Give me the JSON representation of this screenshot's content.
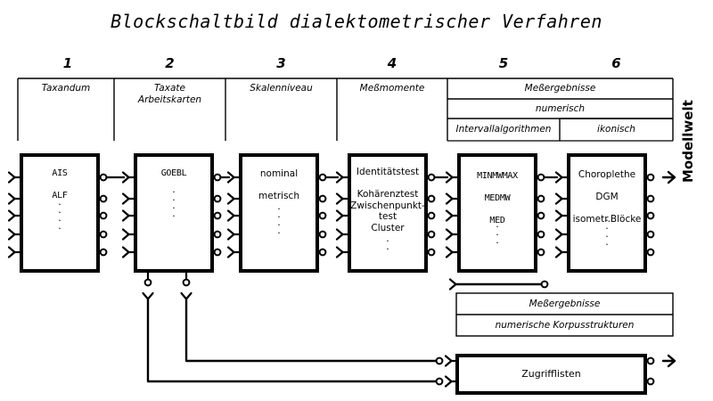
{
  "title": "Blockschaltbild  dialektometrischer Verfahren",
  "columns": [
    {
      "num": "1",
      "label": "Taxandum"
    },
    {
      "num": "2",
      "label": "Taxate\nArbeitskarten"
    },
    {
      "num": "3",
      "label": "Skalenniveau"
    },
    {
      "num": "4",
      "label": "Meßmomente"
    },
    {
      "num": "5",
      "label": ""
    },
    {
      "num": "6",
      "label": ""
    }
  ],
  "header_spans": {
    "messergebnisse": "Meßergebnisse",
    "numerisch": "numerisch",
    "intervallalgorithmen": "Intervallalgorithmen",
    "ikonisch": "ikonisch"
  },
  "blocks": [
    {
      "name": "block-1-taxandum",
      "lines": "AIS\n\nALF",
      "dots": 4
    },
    {
      "name": "block-2-goebl",
      "lines": "GOEBL",
      "dots": 4
    },
    {
      "name": "block-3-skalenniveau",
      "lines": "nominal\n\nmetrisch",
      "dots": 4
    },
    {
      "name": "block-4-messmomente",
      "lines": "Identitätstest\n\nKohärenztest\nZwischenpunkt-\ntest\nCluster",
      "dots": 2
    },
    {
      "name": "block-5-numerisch",
      "lines": "MINMWMAX\n\nMEDMW\n\nMED",
      "dots": 3
    },
    {
      "name": "block-6-ikonisch",
      "lines": "Choroplethe\n\nDGM\n\nisometr.Blöcke",
      "dots": 4
    }
  ],
  "output_label": "Modellwelt",
  "lower_table": {
    "row1": "Meßergebnisse",
    "row2": "numerische Korpusstrukturen"
  },
  "zugrifflisten": "Zugrifflisten",
  "colors": {
    "ink": "#000000",
    "paper": "#ffffff"
  }
}
